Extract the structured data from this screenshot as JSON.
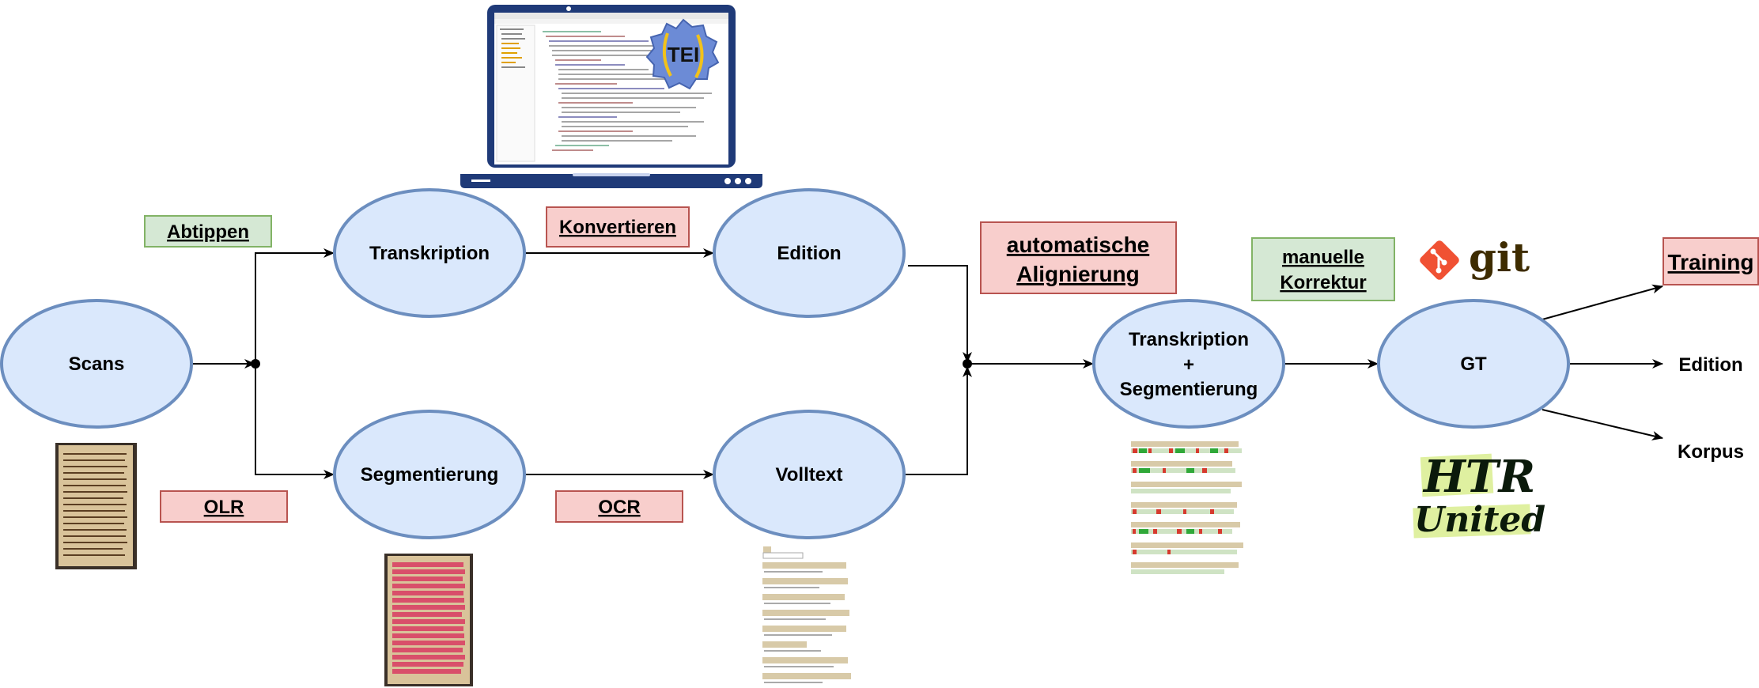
{
  "nodes": {
    "scans": "Scans",
    "transkription": "Transkription",
    "segmentierung": "Segmentierung",
    "edition": "Edition",
    "volltext": "Volltext",
    "combined": [
      "Transkription",
      "+",
      "Segmentierung"
    ],
    "gt": "GT"
  },
  "labels": {
    "abtippen": "Abtippen",
    "konvertieren": "Konvertieren",
    "olr": "OLR",
    "ocr": "OCR",
    "auto_align": [
      "automatische",
      "Alignierung"
    ],
    "manuelle": [
      "manuelle",
      "Korrektur"
    ],
    "training": "Training"
  },
  "outputs": {
    "edition": "Edition",
    "korpus": "Korpus"
  },
  "logos": {
    "git": "git",
    "tei": "TEI",
    "htr": [
      "HTR",
      "United"
    ]
  },
  "colors": {
    "node_fill": "#dae8fc",
    "node_stroke": "#6c8ebf",
    "green_fill": "#d5e8d4",
    "green_stroke": "#82b366",
    "red_fill": "#f8cecc",
    "red_stroke": "#b85450",
    "git_orange": "#f05133",
    "laptop": "#1f3a78"
  }
}
